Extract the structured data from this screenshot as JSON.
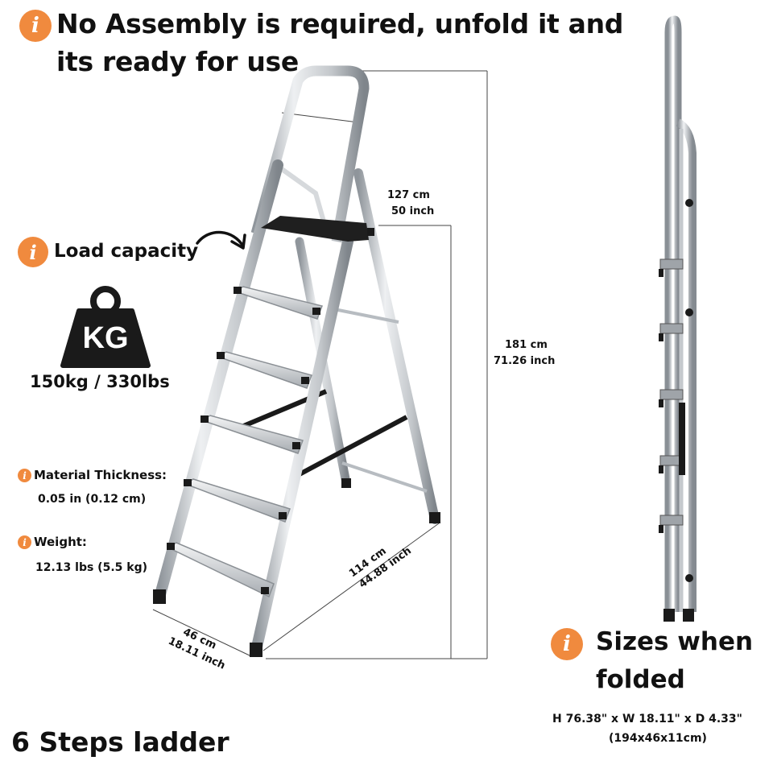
{
  "headline": {
    "line1": "No Assembly is required, unfold it and",
    "line2": "its ready for use"
  },
  "load": {
    "label": "Load capacity",
    "weight_icon_text": "KG",
    "value": "150kg / 330lbs"
  },
  "material": {
    "label": "Material Thickness:",
    "value": "0.05 in (0.12 cm)"
  },
  "weight": {
    "label": "Weight:",
    "value": "12.13 lbs (5.5 kg)"
  },
  "dimensions": {
    "platform_cm": "127 cm",
    "platform_in": "50 inch",
    "height_cm": "181 cm",
    "height_in": "71.26 inch",
    "depth_cm": "114 cm",
    "depth_in": "44.88 inch",
    "width_cm": "46 cm",
    "width_in": "18.11 inch"
  },
  "folded": {
    "title_line1": "Sizes when",
    "title_line2": "folded",
    "size_in": "H 76.38\" x W 18.11\" x D 4.33\"",
    "size_cm": "(194x46x11cm)"
  },
  "title": "6 Steps ladder",
  "icons": {
    "info": "info-icon",
    "weight": "kg-weight-icon",
    "arrow": "curved-arrow-icon"
  },
  "colors": {
    "accent": "#f08a3e",
    "aluminium": "#c9ccd0",
    "dark": "#1a1a1a"
  }
}
